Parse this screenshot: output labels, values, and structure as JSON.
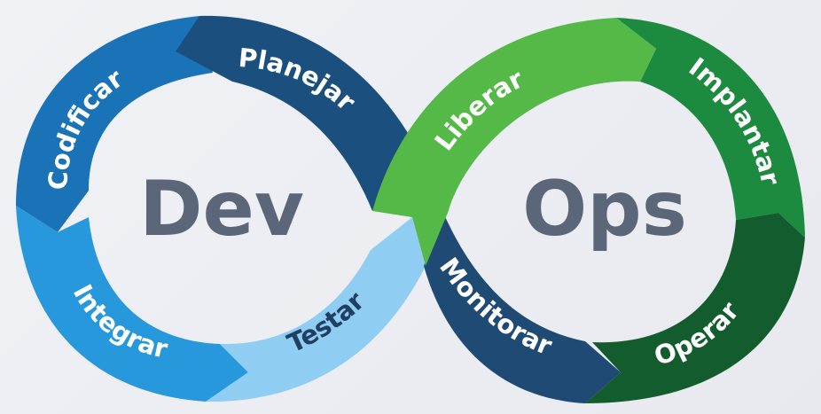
{
  "center": {
    "left": "Dev",
    "right": "Ops"
  },
  "stages": {
    "planejar": "Planejar",
    "codificar": "Codificar",
    "integrar": "Integrar",
    "testar": "Testar",
    "liberar": "Liberar",
    "implantar": "Implantar",
    "operar": "Operar",
    "monitorar": "Monitorar"
  },
  "colors": {
    "planejar": "#1b4f7e",
    "codificar": "#1a73b7",
    "integrar": "#2898dc",
    "testar": "#8fcdf2",
    "liberar": "#55b948",
    "implantar": "#1c8a3f",
    "operar": "#135c2e",
    "monitorar": "#1f4a73",
    "center_text": "#5b6679",
    "label_light": "#ffffff",
    "label_dark": "#1f3f63"
  }
}
